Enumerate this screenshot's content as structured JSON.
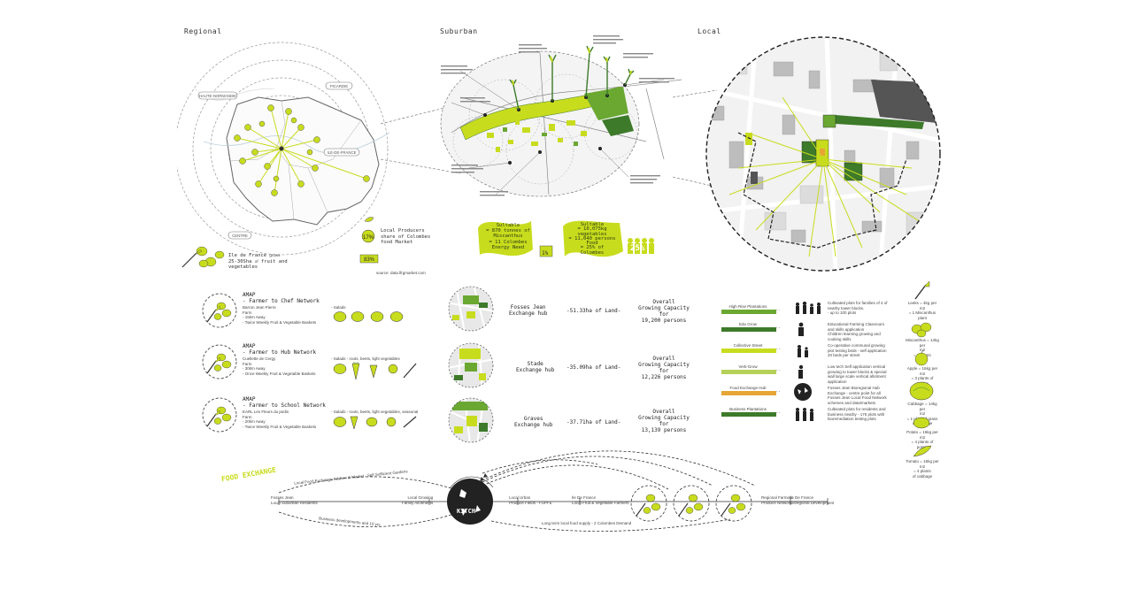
{
  "colors": {
    "lime": "#c8dc1e",
    "darkgreen": "#3d7a2a",
    "midgreen": "#6aa832",
    "orange": "#e6a636",
    "gray": "#9a9a9a"
  },
  "sections": {
    "regional": "Regional",
    "suburban": "Suburban",
    "local": "Local"
  },
  "regional": {
    "region_labels": [
      "HAUTE-NORMANDIE",
      "PICARDIE",
      "ILE-DE-FRANCE",
      "CENTRE"
    ],
    "local_producers_percent": "17%",
    "local_producers_text": [
      "Local Producers",
      "share of Colombes",
      "food Market"
    ],
    "idf_text": [
      "Ile de France",
      "25-30Sha",
      "fruit and",
      "vegetables"
    ],
    "idf_text_small": [
      "grows",
      "of"
    ],
    "share_badge": "83%",
    "source": "source: data.lfrgmarket.com"
  },
  "suburban": {
    "stat_blob_1": [
      "Sultable",
      "= 870 tonnes of",
      "Miscanthus",
      "= 11 Colombes",
      "Energy Need"
    ],
    "stat_blob_2": [
      "Sultable",
      "= 10,075kg",
      "vegetables",
      "= 11,040 persons",
      "Food",
      "= 25% of",
      "Colombes"
    ],
    "badge_1": "1%",
    "badge_2": "25%"
  },
  "networks": [
    {
      "title": [
        "AMAP",
        "- Farmer to Chef Network"
      ],
      "details": [
        "Barron Jean Pierre",
        "Farm",
        "- 15km Away",
        "- Twice Weekly Fruit & Vegetable Baskets"
      ],
      "produce": "- Salads"
    },
    {
      "title": [
        "AMAP",
        "- Farmer to Hub Network"
      ],
      "details": [
        "Cuellette de Cergy",
        "Farm",
        "- 30km Away",
        "- Once Weekly Fruit & Vegetable Baskets"
      ],
      "produce": "- Salads - roots, beets, light vegetables"
    },
    {
      "title": [
        "AMAP",
        "- Farmer to School Network"
      ],
      "details": [
        "EARL Les Fleurs du jardin",
        "Farm",
        "- 20km Away",
        "- Twice Weekly Fruit & Vegetable Baskets"
      ],
      "produce": "- Salads - roots, beets, light vegetables, seasonal"
    }
  ],
  "hubs": [
    {
      "name": [
        "Fosses Jean",
        "Exchange hub"
      ],
      "land": "-51.33ha of Land-",
      "capacity": [
        "Overall",
        "Growing Capacity",
        "for",
        "19,200 persons"
      ]
    },
    {
      "name": [
        "Stade",
        "Exchange hub"
      ],
      "land": "-35.09ha of Land-",
      "capacity": [
        "Overall",
        "Growing Capacity",
        "for",
        "12,226 persons"
      ]
    },
    {
      "name": [
        "Graves",
        "Exchange hub"
      ],
      "land": "-37.71ha of Land-",
      "capacity": [
        "Overall",
        "Growing Capacity",
        "for",
        "13,139 persons"
      ]
    }
  ],
  "legend": [
    {
      "label": "High Rise Plantations",
      "color": "#6aa832",
      "desc": [
        "Cultivated plots for families of 4 of",
        "nearby tower blocks.",
        "- up to 100 plots"
      ]
    },
    {
      "label": "Edu Grow",
      "color": "#3d7a2a",
      "desc": [
        "Educational Farming Classroom",
        "and skills application",
        "Children learning growing and",
        "cooking skills"
      ]
    },
    {
      "label": "Collective Street Growing",
      "color": "#c8dc1e",
      "desc": [
        "Co-operative communal growing",
        "plot testing beds - self application",
        "20 beds per street"
      ]
    },
    {
      "label": "Verti-Grow",
      "color": "#b5d15a",
      "desc": [
        "Low tech Self application vertical",
        "growing to tower blocks & special",
        "wall large scale vertical allotment",
        "application"
      ]
    },
    {
      "label": "Food Exchange Hub",
      "color": "#e6a636",
      "desc": [
        "Fosses Jean Bioregional Hub",
        "Exchange - centre point for all",
        "Fosses Jean Local Food Network",
        "schemes and data/markets"
      ]
    },
    {
      "label": "Business Plantations",
      "color": "#3d7a2a",
      "desc": [
        "Cultivated plots for residents and",
        "business nearby - 176 plots with",
        "bioremediation testing plots"
      ]
    }
  ],
  "legend_sep": "- -",
  "right_icons": [
    [
      "Leeks = 4kg per",
      "m2",
      "= 1 Miscanthus plant"
    ],
    [
      "Miscanthus = 14kg per",
      "m2",
      "= 3 plants"
    ],
    [
      "Apple = 16kg per",
      "m2",
      "= 3 plants of",
      "apples"
    ],
    [
      "Cabbage = 14kg per",
      "m2",
      "= 1 plant of grass",
      "or cabbage"
    ],
    [
      "Potato = 16kg per",
      "m2",
      "= 4 plants of",
      "potato"
    ],
    [
      "Tomato = 16kg per",
      "m2",
      "= 4 plants",
      "of cabbage"
    ]
  ],
  "bottom_flow": {
    "nodes": [
      [
        "Fosses Jean",
        "Local Suburban Residents"
      ],
      [
        "Local Growing",
        "Family Allotments"
      ],
      [
        "Local Urban",
        "Produce Fields - FUPFE"
      ],
      [
        "Ile De France",
        "Local Fruit & Vegetable Farmers"
      ],
      [
        "Regional Farmers",
        "Produce Network"
      ],
      [
        "Ile De France",
        "Bioregional Development"
      ]
    ],
    "hub_text": "FOOD EXCHANGE",
    "hub_subtext": "KITCH",
    "arc_note": "Local Food Exchange Kitchen & Market - Self Sufficient Gardens",
    "bottom_note": "Business developments and 10 yrs",
    "bottom_note_2": "Long term local food supply - 2 Colombes Demand"
  }
}
